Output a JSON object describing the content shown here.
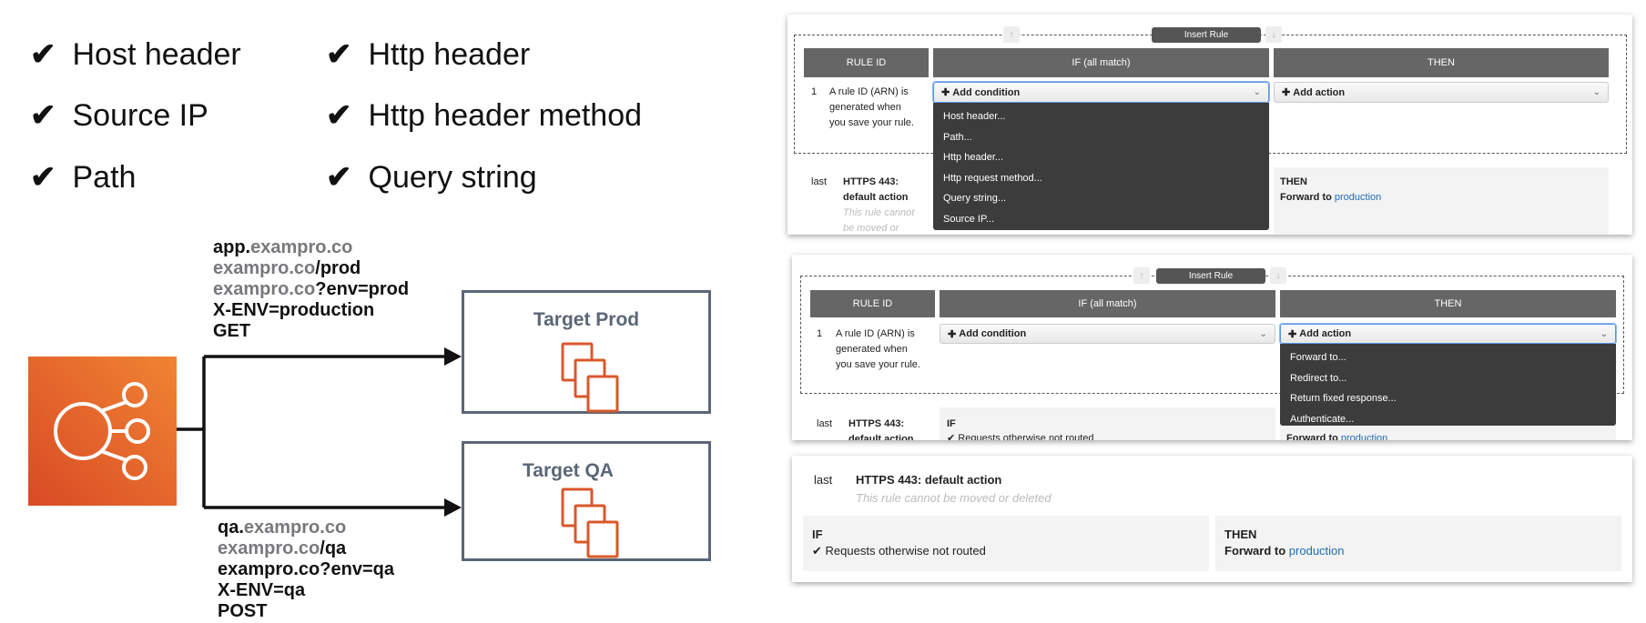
{
  "checklist": {
    "left": [
      "Host header",
      "Source IP",
      "Path"
    ],
    "right": [
      "Http header",
      "Http header method",
      "Query string"
    ],
    "mark": "✔"
  },
  "diagram": {
    "prod_rules": [
      {
        "black": "app.",
        "gray": "exampro.co",
        "tail": ""
      },
      {
        "black": "",
        "gray": "exampro.co",
        "tail": "/prod"
      },
      {
        "black": "",
        "gray": "exampro.co",
        "tail": "?env=prod"
      },
      {
        "black": "X-ENV=production",
        "gray": "",
        "tail": ""
      },
      {
        "black": "GET",
        "gray": "",
        "tail": ""
      }
    ],
    "qa_rules": [
      {
        "black": "qa.",
        "gray": "exampro.co",
        "tail": ""
      },
      {
        "black": "",
        "gray": "exampro.co",
        "tail": "/qa"
      },
      {
        "black": "exampro.co?env=qa",
        "gray": "",
        "tail": ""
      },
      {
        "black": "X-ENV=qa",
        "gray": "",
        "tail": ""
      },
      {
        "black": "POST",
        "gray": "",
        "tail": ""
      }
    ],
    "target_prod": "Target Prod",
    "target_qa": "Target QA",
    "colors": {
      "elb_orange": "#e8622a",
      "target_border": "#5b6677",
      "instance_orange": "#d9582b"
    }
  },
  "panel1": {
    "insert_rule": "Insert Rule",
    "headers": [
      "RULE ID",
      "IF (all match)",
      "THEN"
    ],
    "rule_num": "1",
    "rule_desc": [
      "A rule ID (ARN) is",
      "generated when",
      "you save your rule."
    ],
    "add_condition": "Add condition",
    "add_action": "Add action",
    "condition_menu": [
      "Host header...",
      "Path...",
      "Http header...",
      "Http request method...",
      "Query string...",
      "Source IP..."
    ],
    "last": "last",
    "default_title": [
      "HTTPS 443:",
      "default action"
    ],
    "default_note": [
      "This rule cannot",
      "be moved or"
    ],
    "then_label": "THEN",
    "forward_to": "Forward to",
    "target": "production"
  },
  "panel2": {
    "insert_rule": "Insert Rule",
    "headers": [
      "RULE ID",
      "IF (all match)",
      "THEN"
    ],
    "rule_num": "1",
    "rule_desc": [
      "A rule ID (ARN) is",
      "generated when",
      "you save your rule."
    ],
    "add_condition": "Add condition",
    "add_action": "Add action",
    "action_menu": [
      "Forward to...",
      "Redirect to...",
      "Return fixed response...",
      "Authenticate..."
    ],
    "last": "last",
    "default_title": [
      "HTTPS 443:",
      "default action"
    ],
    "if_label": "IF",
    "if_cond": "Requests otherwise not routed",
    "forward_to": "Forward to",
    "target": "production"
  },
  "panel3": {
    "last": "last",
    "title": "HTTPS 443: default action",
    "note": "This rule cannot be moved or deleted",
    "if_label": "IF",
    "if_cond": "Requests otherwise not routed",
    "then_label": "THEN",
    "forward_to": "Forward to",
    "target": "production"
  }
}
